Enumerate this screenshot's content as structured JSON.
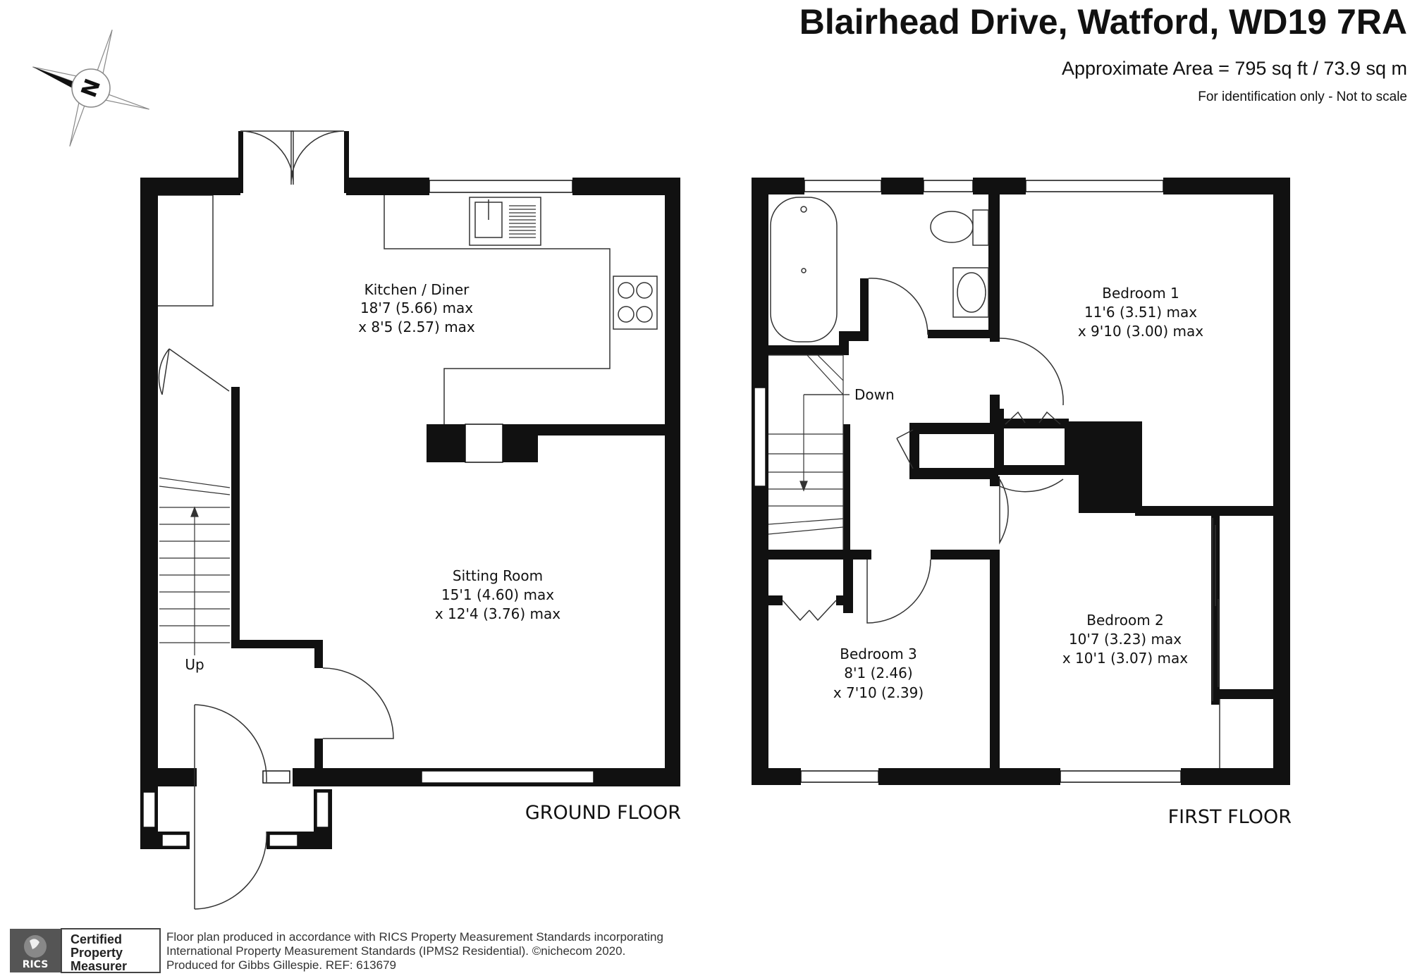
{
  "header": {
    "title": "Blairhead Drive, Watford, WD19 7RA",
    "area": "Approximate Area = 795 sq ft / 73.9 sq m",
    "note": "For identification only - Not to scale"
  },
  "compass": {
    "letter": "N"
  },
  "ground_floor": {
    "label": "GROUND FLOOR",
    "rooms": {
      "kitchen": {
        "name": "Kitchen / Diner",
        "dim1": "18'7 (5.66) max",
        "dim2": "x 8'5 (2.57) max"
      },
      "sitting": {
        "name": "Sitting Room",
        "dim1": "15'1 (4.60) max",
        "dim2": "x 12'4 (3.76) max"
      }
    },
    "stairs_label": "Up"
  },
  "first_floor": {
    "label": "FIRST FLOOR",
    "rooms": {
      "bedroom1": {
        "name": "Bedroom 1",
        "dim1": "11'6 (3.51) max",
        "dim2": "x 9'10 (3.00) max"
      },
      "bedroom2": {
        "name": "Bedroom 2",
        "dim1": "10'7 (3.23) max",
        "dim2": "x 10'1 (3.07) max"
      },
      "bedroom3": {
        "name": "Bedroom 3",
        "dim1": "8'1 (2.46)",
        "dim2": "x 7'10 (2.39)"
      }
    },
    "stairs_label": "Down"
  },
  "footer": {
    "line1": "Floor plan produced in accordance with RICS Property Measurement Standards incorporating",
    "line2": "International Property Measurement Standards (IPMS2 Residential).   ©nichecom 2020.",
    "line3": "Produced for Gibbs Gillespie.   REF: 613679",
    "badge_org": "RICS",
    "badge_line1": "Certified",
    "badge_line2": "Property",
    "badge_line3": "Measurer"
  }
}
